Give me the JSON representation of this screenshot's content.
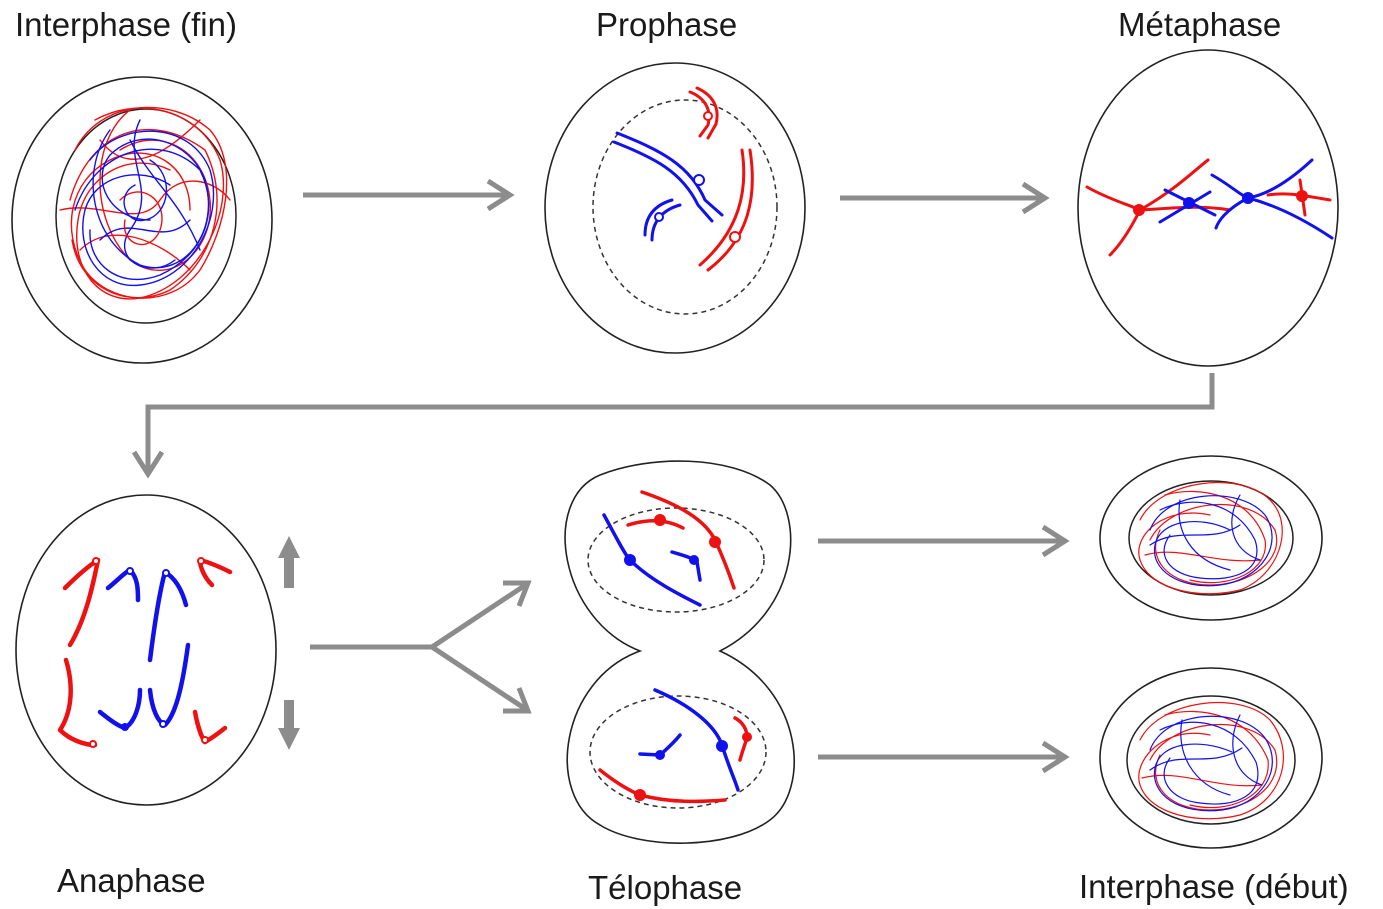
{
  "diagram": {
    "stages": {
      "interphase_end": "Interphase (fin)",
      "prophase": "Prophase",
      "metaphase": "Métaphase",
      "anaphase": "Anaphase",
      "telophase": "Télophase",
      "interphase_start": "Interphase (début)"
    },
    "colors": {
      "chromosome_a": "#ee1111",
      "chromosome_b": "#1111ee",
      "arrow": "#8c8c8c",
      "outline": "#222222"
    }
  }
}
